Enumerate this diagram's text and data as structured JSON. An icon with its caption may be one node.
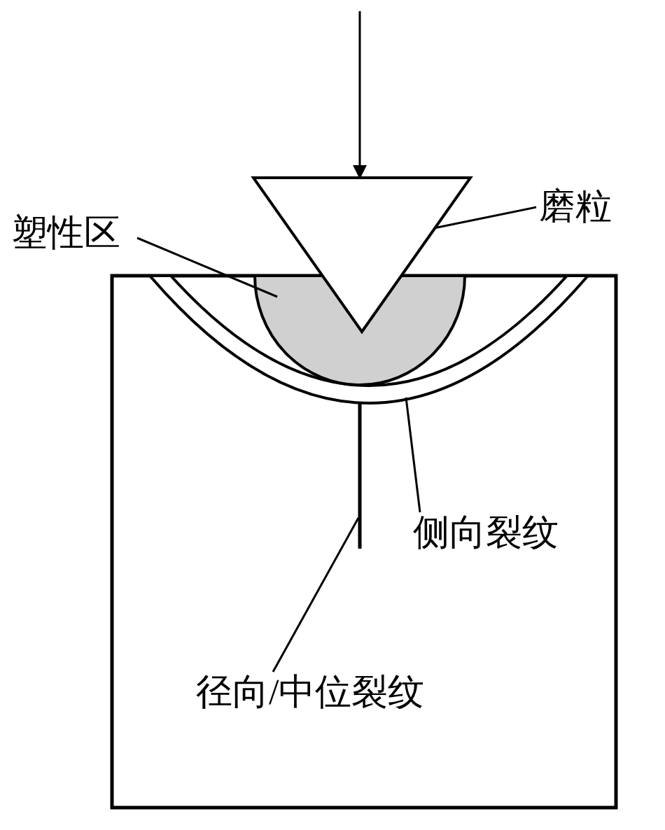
{
  "diagram": {
    "nodes": [
      {
        "text": [
          "磨粒"
        ]
      },
      {
        "text": [],
        "shape": "triangle"
      },
      {
        "text": [
          "塑性区"
        ]
      },
      {
        "text": [],
        "shape": "circle"
      },
      {
        "text": [
          "侧向裂纹"
        ]
      },
      {
        "text": [],
        "shape": "crescent"
      },
      {
        "text": [
          "径向/中位裂纹"
        ]
      },
      {
        "text": [],
        "shape": "line"
      }
    ],
    "edges": [
      {
        "from": 0,
        "to": 1,
        "arrow": "none"
      },
      {
        "from": 2,
        "to": 3,
        "arrow": "none"
      },
      {
        "from": 4,
        "to": 5,
        "arrow": "none"
      },
      {
        "from": 6,
        "to": 7,
        "arrow": "none"
      }
    ]
  }
}
